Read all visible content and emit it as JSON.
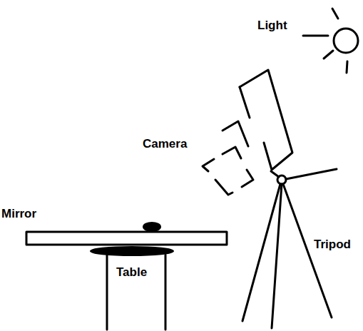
{
  "diagram": {
    "labels": [
      "Light",
      "Camera",
      "Mirror",
      "Tripod",
      "Table"
    ]
  }
}
